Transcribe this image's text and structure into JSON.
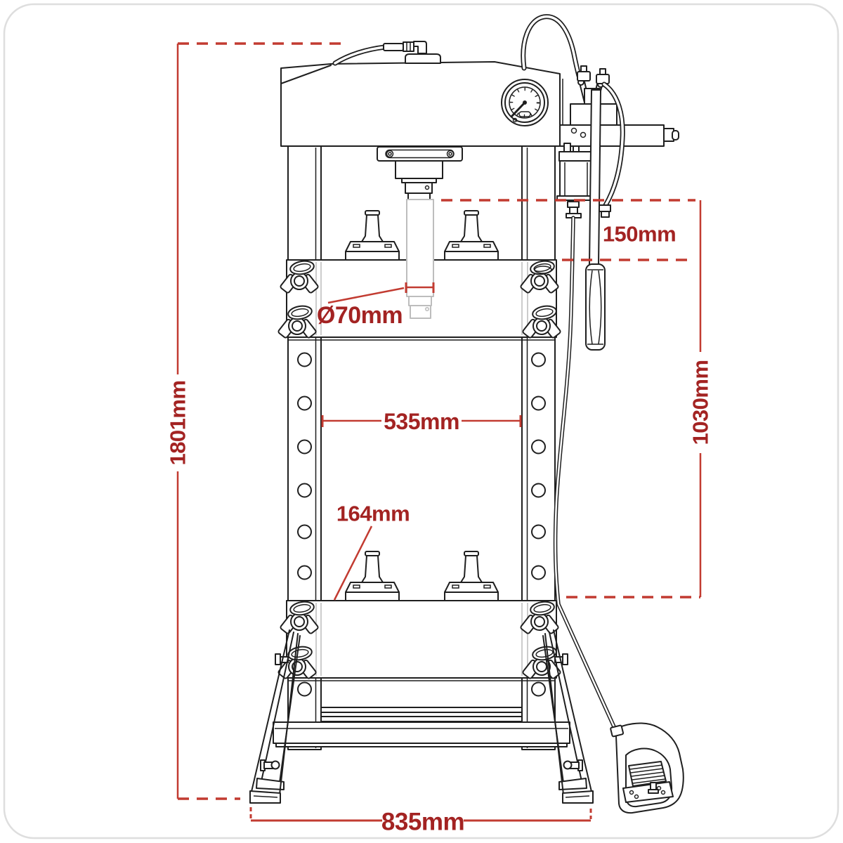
{
  "canvas": {
    "background": "#ffffff",
    "frame_border_color": "#dedede"
  },
  "artwork": {
    "subject": "hydraulic floor press with foot pedal pump, dimensional line drawing",
    "stroke_dark": "#1f1f1f",
    "stroke_light": "#bdbdbd",
    "parts": [
      "press-head",
      "pressure-gauge",
      "oil-filler-cap",
      "filler-hose",
      "pump-assembly",
      "pump-handle-grip",
      "loop-hose",
      "pedal-hose",
      "hydraulic-ram",
      "frame-columns",
      "column-holes",
      "table-beam-upper",
      "table-beam-lower",
      "press-pins",
      "spring-clips",
      "base-shelf",
      "floor-legs",
      "foot-pedal"
    ]
  },
  "dimensions": {
    "style": {
      "line_color": "#c23b31",
      "text_color": "#a32322"
    },
    "overall_height": {
      "label": "1801mm",
      "orientation": "vertical",
      "position": "left"
    },
    "ram_stroke": {
      "label": "150mm",
      "orientation": "bracket",
      "position": "upper-right"
    },
    "ram_diameter": {
      "label": "Ø70mm",
      "orientation": "leader",
      "position": "center"
    },
    "internal_width": {
      "label": "535mm",
      "orientation": "horizontal",
      "position": "center"
    },
    "working_height": {
      "label": "1030mm",
      "orientation": "vertical",
      "position": "right"
    },
    "table_offset": {
      "label": "164mm",
      "orientation": "leader",
      "position": "center-left"
    },
    "base_width": {
      "label": "835mm",
      "orientation": "horizontal",
      "position": "bottom"
    }
  }
}
